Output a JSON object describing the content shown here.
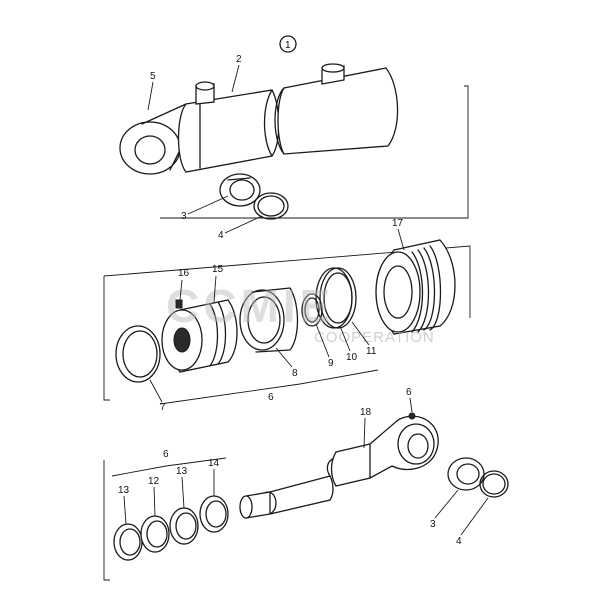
{
  "diagram": {
    "sheet_number": "1",
    "callouts": {
      "top_5": "5",
      "top_2": "2",
      "top_3": "3",
      "top_4": "4",
      "mid_16": "16",
      "mid_15": "15",
      "mid_17": "17",
      "mid_7": "7",
      "mid_8": "8",
      "mid_9": "9",
      "mid_10": "10",
      "mid_11": "11",
      "mid_6": "6",
      "bot_6": "6",
      "bot_18": "18",
      "bot_6b": "6",
      "bot_13a": "13",
      "bot_12": "12",
      "bot_13b": "13",
      "bot_14": "14",
      "bot_3": "3",
      "bot_4": "4"
    }
  },
  "watermark": {
    "brand": "CCMIE",
    "subtitle": "COOPERATION"
  }
}
